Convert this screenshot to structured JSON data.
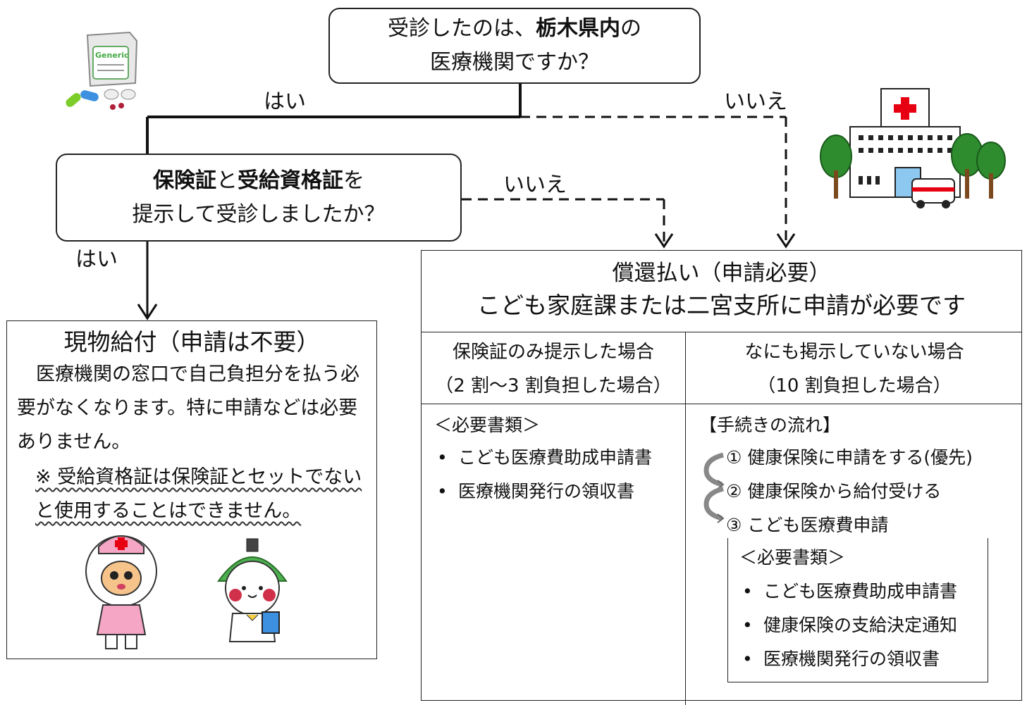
{
  "q1": {
    "text_a": "受診したのは、",
    "text_b": "栃木県内",
    "text_c": "の",
    "line2": "医療機関ですか？"
  },
  "q2": {
    "bold_a": "保険証",
    "text_b": "と",
    "bold_c": "受給資格証",
    "text_d": "を",
    "line2": "提示して受診しましたか？"
  },
  "labels": {
    "yes_top": "はい",
    "no_top": "いいえ",
    "no_mid": "いいえ",
    "yes_left": "はい"
  },
  "left": {
    "title": "現物給付（申請は不要）",
    "body": "医療機関の窓口で自己負担分を払う必要がなくなります。特に申請などは必要ありません。",
    "note": "※ 受給資格証は保険証とセットでないと使用することはできません。"
  },
  "right": {
    "title1": "償還払い（申請必要）",
    "title2": "こども家庭課または二宮支所に申請が必要です",
    "col1": {
      "head1": "保険証のみ提示した場合",
      "head2": "（2 割～3 割負担した場合）",
      "docs_title": "＜必要書類＞",
      "docs": [
        "こども医療費助成申請書",
        "医療機関発行の領収書"
      ]
    },
    "col2": {
      "head1": "なにも掲示していない場合",
      "head2": "（10 割負担した場合）",
      "flow_title": "【手続きの流れ】",
      "steps": [
        "① 健康保険に申請をする(優先)",
        "② 健康保険から給付受ける",
        "③ こども医療費申請"
      ],
      "docs_title": "＜必要書類＞",
      "docs": [
        "こども医療費助成申請書",
        "健康保険の支給決定通知",
        "医療機関発行の領収書"
      ]
    }
  },
  "icons": {
    "medicine": "generic-medicine-bag-icon",
    "hospital": "hospital-building-icon",
    "nurse": "nurse-mascot-icon",
    "mascot": "green-helmet-mascot-icon"
  },
  "colors": {
    "line": "#222222",
    "cross": "#e60012",
    "tree": "#2e8b2e",
    "mascot_pink": "#f4a6c4",
    "mascot_green": "#4caf50"
  }
}
